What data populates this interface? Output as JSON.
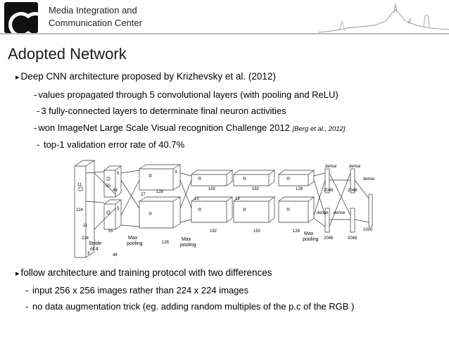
{
  "header": {
    "org_line1": "Media Integration and",
    "org_line2": "Communication Center"
  },
  "slide": {
    "title": "Adopted Network",
    "bullet1": {
      "text": "Deep CNN architecture proposed by Krizhevsky et al. (2012)",
      "sub": [
        "values propagated through 5 convolutional layers (with pooling and ReLU)",
        "3 fully-connected layers to determinate final neuron activities",
        "won ImageNet Large Scale Visual recognition Challenge 2012",
        "top-1 validation error rate of 40.7%"
      ],
      "citation": "[Berg et al., 2012]"
    },
    "bullet2": {
      "text": "follow architecture and training protocol with two differences",
      "sub": [
        "input 256 x 256 images rather than 224 x 224 images",
        "no data augmentation trick (eg. adding random multiples of the p.c of the RGB )"
      ]
    },
    "glyphs": {
      "arrow": "▸",
      "dash": "-"
    }
  },
  "diagram": {
    "labels": {
      "input_h": "224",
      "input_w": "224",
      "input_d": "3",
      "stride": "Stride",
      "of4": "of 4",
      "k11a": "11",
      "k11b": "11",
      "k5a": "5",
      "k5b": "5",
      "k3": "3",
      "d48a": "48",
      "d48b": "48",
      "d55": "55",
      "d27": "27",
      "d128a": "128",
      "d128b": "128",
      "d13a": "13",
      "d13b": "13",
      "d192a": "192",
      "d192b": "192",
      "d192c": "192",
      "d192d": "192",
      "d128c": "128",
      "d128d": "128",
      "maxpool1a": "Max",
      "maxpool1b": "pooling",
      "maxpool2a": "Max",
      "maxpool2b": "pooling",
      "maxpool3a": "Max",
      "maxpool3b": "pooling",
      "dense1": "dense",
      "dense2": "dense",
      "dense3": "dense",
      "dense4": "dense",
      "dense5": "dense",
      "n2048a": "2048",
      "n2048b": "2048",
      "n2048c": "2048",
      "n2048d": "2048",
      "n1000": "1000"
    }
  }
}
